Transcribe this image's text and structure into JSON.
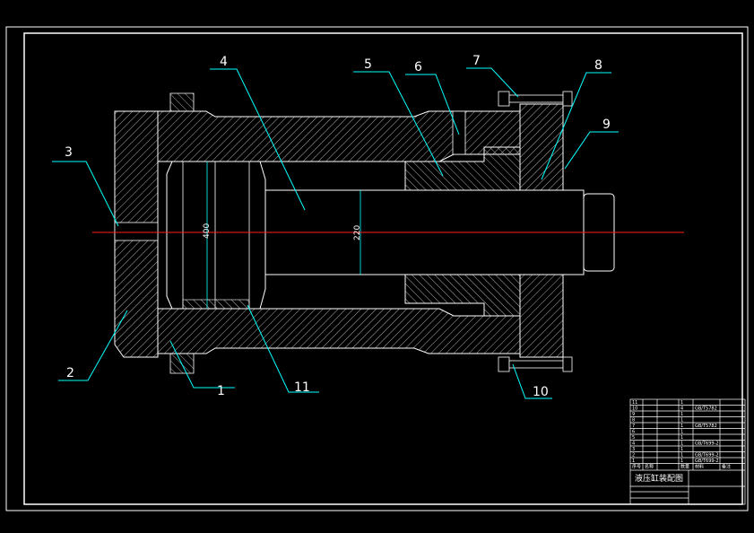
{
  "drawing": {
    "dimensions": {
      "bore": "400",
      "rod": "220"
    },
    "callouts": [
      "1",
      "2",
      "3",
      "4",
      "5",
      "6",
      "7",
      "8",
      "9",
      "10",
      "11"
    ],
    "title_block": {
      "title": "液压缸装配图",
      "bom_rows": [
        [
          "11",
          "",
          "1",
          ""
        ],
        [
          "10",
          "",
          "4",
          "GB/T5782"
        ],
        [
          "9",
          "",
          "1",
          ""
        ],
        [
          "8",
          "",
          "1",
          ""
        ],
        [
          "7",
          "",
          "1",
          "GB/T5782"
        ],
        [
          "6",
          "",
          "1",
          ""
        ],
        [
          "5",
          "",
          "1",
          ""
        ],
        [
          "4",
          "",
          "1",
          "GB/T699-2"
        ],
        [
          "3",
          "",
          "1",
          ""
        ],
        [
          "2",
          "",
          "1",
          "GB/T699-2"
        ],
        [
          "1",
          "",
          "1",
          "GB/T699-2"
        ]
      ],
      "header": [
        "序号",
        "名称",
        "数量",
        "材料",
        "备注"
      ]
    }
  }
}
